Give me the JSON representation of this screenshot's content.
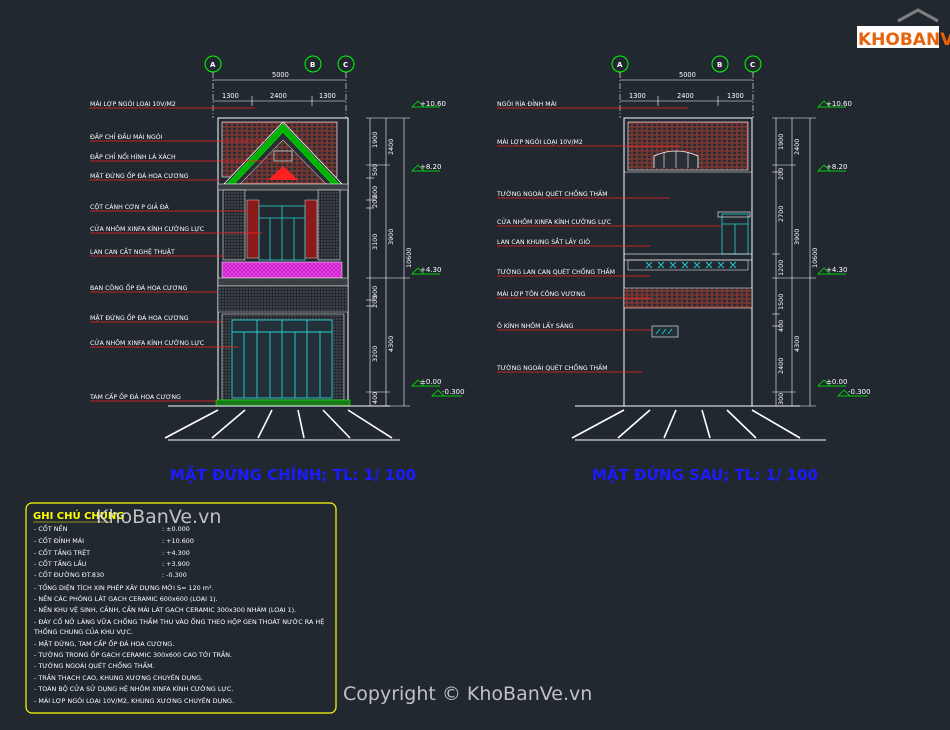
{
  "logo": {
    "text": "KHOBANVE",
    "colors": {
      "orange": "#e8620a",
      "gray": "#7f7f7f"
    }
  },
  "front": {
    "title": "MẶT ĐỨNG CHÍNH; TL: 1/ 100",
    "axes": [
      "A",
      "B",
      "C"
    ],
    "dims_top": {
      "total": "5000",
      "a": "1300",
      "b": "2400",
      "c": "1300"
    },
    "labels": [
      "MÁI LỢP NGÓI LOẠI 10V/M2",
      "ĐẮP CHỈ ĐẦU MÁI NGÓI",
      "ĐẮP CHỈ NỔI HÌNH LÁ XÁCH",
      "MẶT ĐỨNG ỐP ĐÁ HOA CƯƠNG",
      "CỘT CÁNH CƠN P GIẢ ĐÁ",
      "CỬA NHÔM XINFA KÍNH CƯỜNG LỰC",
      "LAN CAN CẮT NGHỆ THUẬT",
      "BAN CÔNG ỐP ĐÁ HOA CƯƠNG",
      "MẶT ĐỨNG ỐP ĐÁ HOA CƯƠNG",
      "CỬA NHÔM XINFA KÍNH CƯỜNG LỰC",
      "TAM CẤP ỐP ĐÁ HOA CƯƠNG"
    ],
    "levels": [
      "+10.60",
      "+8.20",
      "+4.30",
      "±0.00",
      "-0.300"
    ],
    "dims_right_inner": [
      "1900",
      "500",
      "800",
      "200",
      "3100",
      "900",
      "200",
      "3200",
      "400"
    ],
    "dims_right_mid": [
      "2400",
      "3900",
      "4300"
    ],
    "dims_right_outer": "10600"
  },
  "rear": {
    "title": "MẶT ĐỨNG SAU; TL: 1/ 100",
    "axes": [
      "A",
      "B",
      "C"
    ],
    "dims_top": {
      "total": "5000",
      "a": "1300",
      "b": "2400",
      "c": "1300"
    },
    "labels": [
      "NGÓI RÌA ĐỈNH MÁI",
      "MÁI LỢP NGÓI LOẠI 10V/M2",
      "TƯỜNG NGOÀI QUÉT CHỐNG THẤM",
      "CỬA NHÔM XINFA KÍNH CƯỜNG LỰC",
      "LAN CAN KHUNG SẮT LẤY GIÓ",
      "TƯỜNG LAN CAN QUÉT CHỐNG THẤM",
      "MÁI LỢP TÔN CÔNG VƯƠNG",
      "Ô KÍNH NHÔM LẤY SÁNG",
      "TƯỜNG NGOÀI QUÉT CHỐNG THẤM"
    ],
    "levels": [
      "+10.60",
      "+8.20",
      "+4.30",
      "±0.00",
      "-0.300"
    ],
    "dims_right_inner": [
      "1900",
      "200",
      "2700",
      "1200",
      "1500",
      "400",
      "2400",
      "300"
    ],
    "dims_right_mid": [
      "2400",
      "3900",
      "4300"
    ],
    "dims_right_outer": "10600"
  },
  "notes": {
    "title": "GHI CHÚ CHUNG",
    "items": [
      {
        "k": "- CỐT NỀN",
        "v": ": ±0.000"
      },
      {
        "k": "- CỐT ĐỈNH MÁI",
        "v": ": +10.600"
      },
      {
        "k": "- CỐT TẦNG TRỆT",
        "v": ": +4.300"
      },
      {
        "k": "- CỐT TẦNG LẦU",
        "v": ": +3.900"
      },
      {
        "k": "- CỐT ĐƯỜNG ĐT.830",
        "v": ": -0.300"
      }
    ],
    "lines": [
      "- TỔNG DIỆN TÍCH XIN PHÉP XÂY DỰNG MỚI S= 120 m².",
      "- NỀN CÁC PHÒNG LÁT GẠCH CERAMIC 600x600 (LOẠI 1).",
      "- NỀN KHU VỆ SINH, CẦNH, CẦN MÁI LÁT GẠCH CERAMIC 300x300 NHÁM (LOẠI 1).",
      "- ĐÁY CỐ NỞ LÀNG VỮA CHỐNG THẤM THU VÀO ỐNG THEO HỘP GEN THOÁT NƯỚC RA HỆ",
      "THỐNG CHUNG CỦA KHU VỰC.",
      "- MẶT ĐỨNG, TAM CẤP ỐP ĐÁ HOA CƯƠNG.",
      "- TƯỜNG TRONG ỐP GẠCH CERAMIC 300x600 CAO TỚI TRẦN.",
      "- TƯỜNG NGOÀI QUÉT CHỐNG THẤM.",
      "- TRẦN THẠCH CAO, KHUNG XƯƠNG CHUYÊN DỤNG.",
      "- TOÀN BỘ CỬA SỬ DỤNG HỆ NHÔM XINFA KÍNH CƯỜNG LỰC.",
      "- MÁI LỢP NGÓI LOẠI 10V/M2, KHUNG XƯƠNG CHUYÊN DỤNG."
    ]
  },
  "watermarks": {
    "a": "KhoBanVe.vn",
    "b": "Copyright © KhoBanVe.vn"
  }
}
